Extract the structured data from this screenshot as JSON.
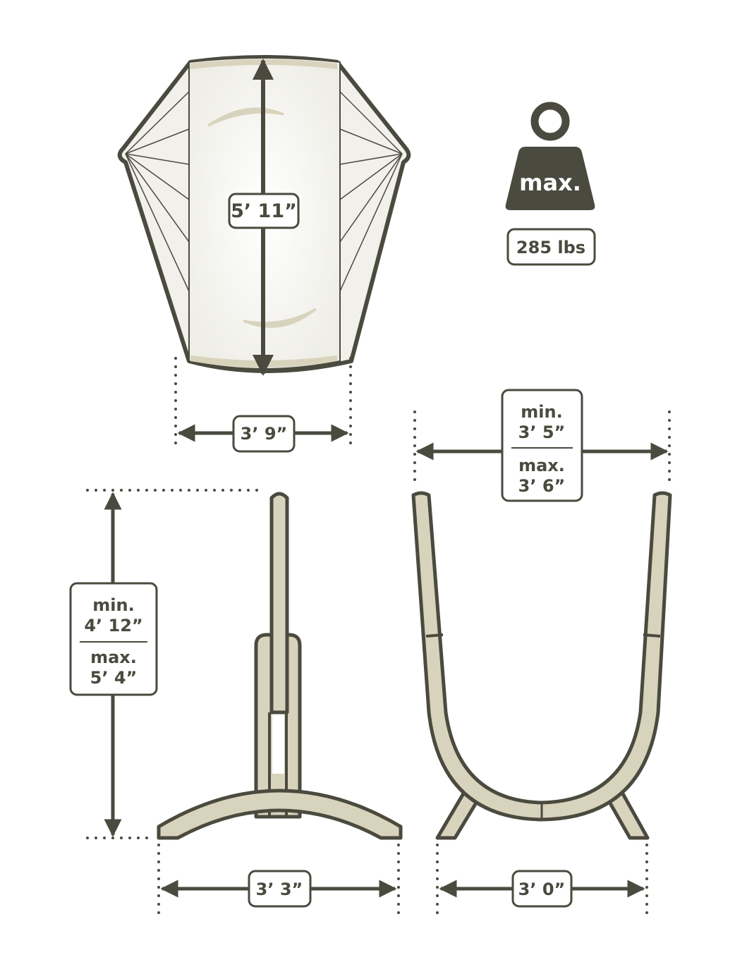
{
  "hammock": {
    "length_label": "5’ 11”",
    "width_label": "3’ 9”"
  },
  "weight": {
    "icon_label": "max.",
    "capacity_label": "285 lbs"
  },
  "stand_width": {
    "min_label": "min.",
    "min_value": "3’ 5”",
    "max_label": "max.",
    "max_value": "3’ 6”"
  },
  "stand_height": {
    "min_label": "min.",
    "min_value": "4’ 12”",
    "max_label": "max.",
    "max_value": "5’ 4”"
  },
  "side_base_label": "3’ 3”",
  "front_base_label": "3’ 0”",
  "colors": {
    "dark": "#4a4a3f",
    "wood": "#d8d3bc",
    "fabric": "#f1f0ea"
  }
}
